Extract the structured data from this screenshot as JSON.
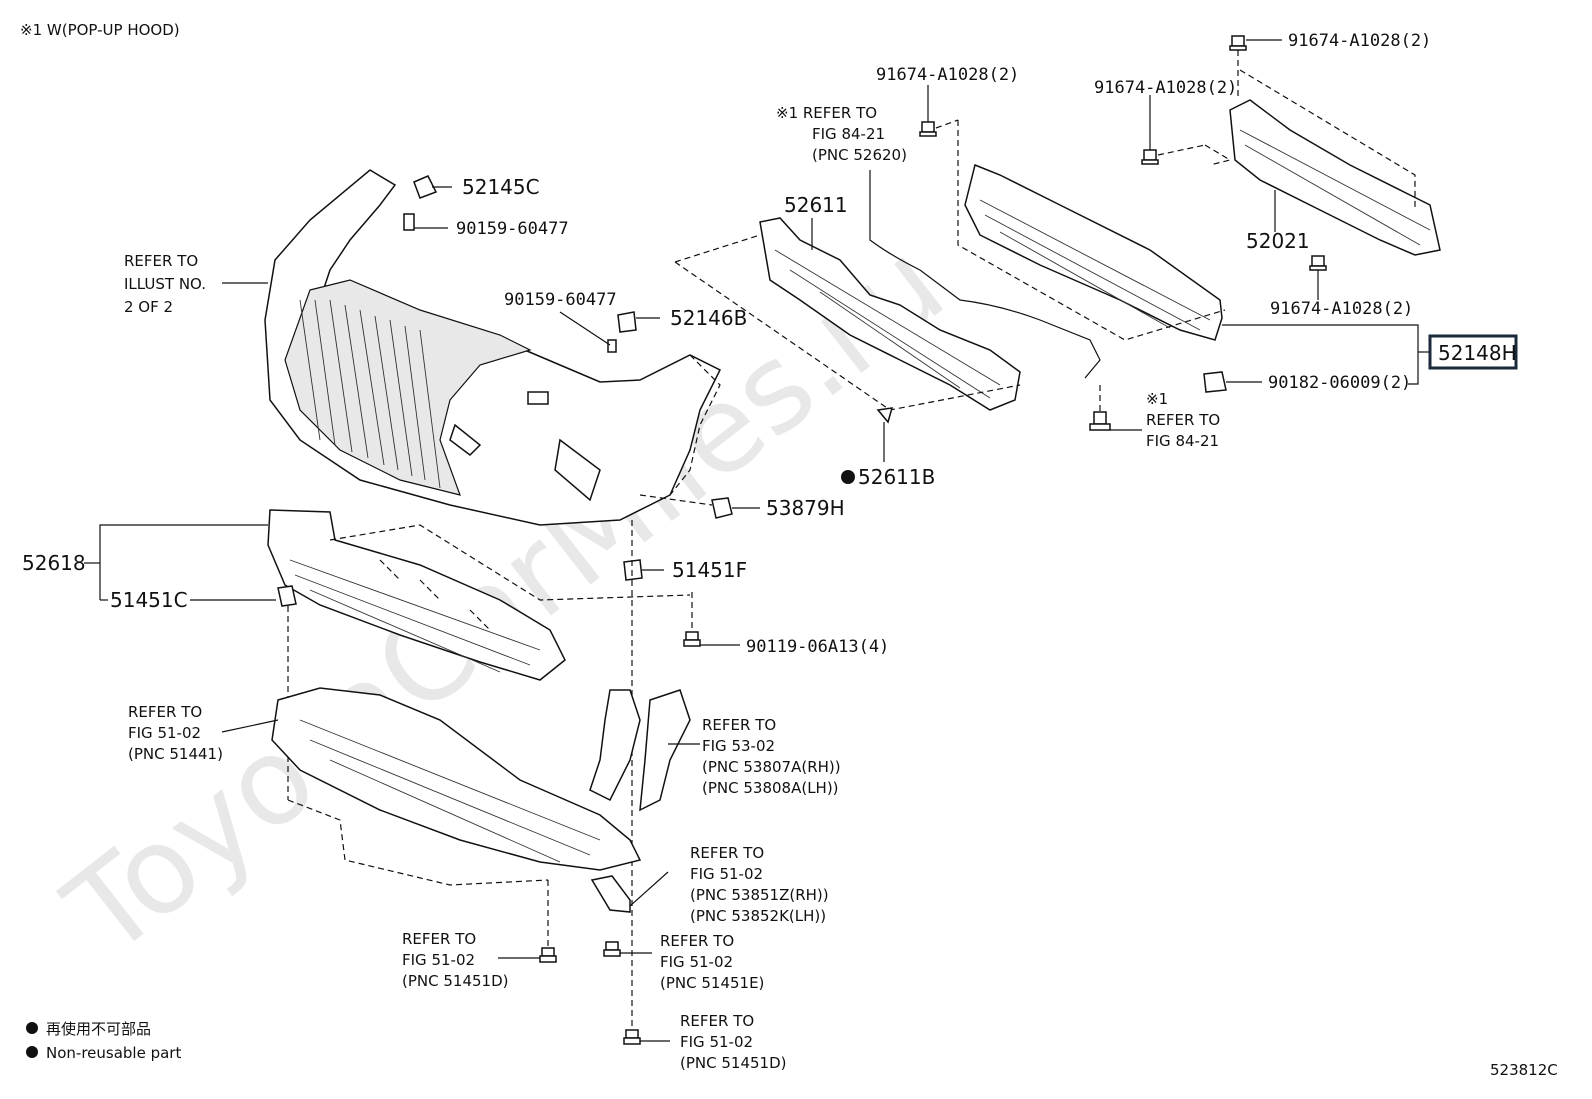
{
  "header_note": "※1 W(POP-UP HOOD)",
  "figure_code": "523812C",
  "watermark": "ToyotaCarMiles.ru",
  "legend": {
    "line_jp": "再使用不可部品",
    "line_en": "Non-reusable part"
  },
  "parts": {
    "p52145C": "52145C",
    "p90159a": "90159-60477",
    "p90159b": "90159-60477",
    "p52146B": "52146B",
    "p52611": "52611",
    "p52611B": "52611B",
    "p53879H": "53879H",
    "p51451F": "51451F",
    "p52618": "52618",
    "p51451C": "51451C",
    "p90119": "90119-06A13(4)",
    "p52021": "52021",
    "p91674top": "91674-A1028(2)",
    "p91674mid": "91674-A1028(2)",
    "p91674left": "91674-A1028(2)",
    "p91674low": "91674-A1028(2)",
    "p52148H": "52148H",
    "p90182": "90182-06009(2)"
  },
  "refs": {
    "illust": [
      "REFER TO",
      "ILLUST NO.",
      "2 OF 2"
    ],
    "fig8421a": [
      "※1 REFER TO",
      "FIG 84-21",
      "(PNC 52620)"
    ],
    "fig8421b": [
      "※1",
      "REFER TO",
      "FIG 84-21"
    ],
    "fig5102a": [
      "REFER TO",
      "FIG 51-02",
      "(PNC 51441)"
    ],
    "fig5302": [
      "REFER TO",
      "FIG 53-02",
      "(PNC 53807A(RH))",
      "(PNC 53808A(LH))"
    ],
    "fig5102b": [
      "REFER TO",
      "FIG 51-02",
      "(PNC 53851Z(RH))",
      "(PNC 53852K(LH))"
    ],
    "fig5102c": [
      "REFER TO",
      "FIG 51-02",
      "(PNC 51451D)"
    ],
    "fig5102d": [
      "REFER TO",
      "FIG 51-02",
      "(PNC 51451E)"
    ],
    "fig5102e": [
      "REFER TO",
      "FIG 51-02",
      "(PNC 51451D)"
    ]
  },
  "colors": {
    "highlight_box": "#1b2a3a",
    "line": "#111111"
  },
  "icons": [
    "non-reusable-bullet-icon"
  ]
}
